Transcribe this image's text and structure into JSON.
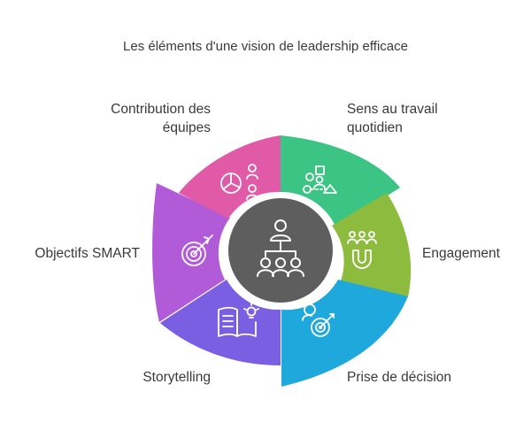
{
  "title": "Les éléments d'une vision de leadership efficace",
  "center": {
    "icon": "leader-team-icon",
    "color": "#5e5e5e"
  },
  "segments": [
    {
      "id": "sens",
      "label_lines": [
        "Sens au travail",
        "quotidien"
      ],
      "color": "#3cc485",
      "icon": "shapes-person-icon"
    },
    {
      "id": "engagement",
      "label_lines": [
        "Engagement"
      ],
      "color": "#8dbb3d",
      "icon": "team-magnet-icon"
    },
    {
      "id": "decision",
      "label_lines": [
        "Prise de décision"
      ],
      "color": "#1fa8dc",
      "icon": "person-target-icon"
    },
    {
      "id": "storytelling",
      "label_lines": [
        "Storytelling"
      ],
      "color": "#7b5fe2",
      "icon": "open-book-idea-icon"
    },
    {
      "id": "smart",
      "label_lines": [
        "Objectifs SMART"
      ],
      "color": "#b25bd8",
      "icon": "target-arrow-icon"
    },
    {
      "id": "contribution",
      "label_lines": [
        "Contribution des",
        "équipes"
      ],
      "color": "#e05aa8",
      "icon": "pie-chart-people-icon"
    }
  ]
}
